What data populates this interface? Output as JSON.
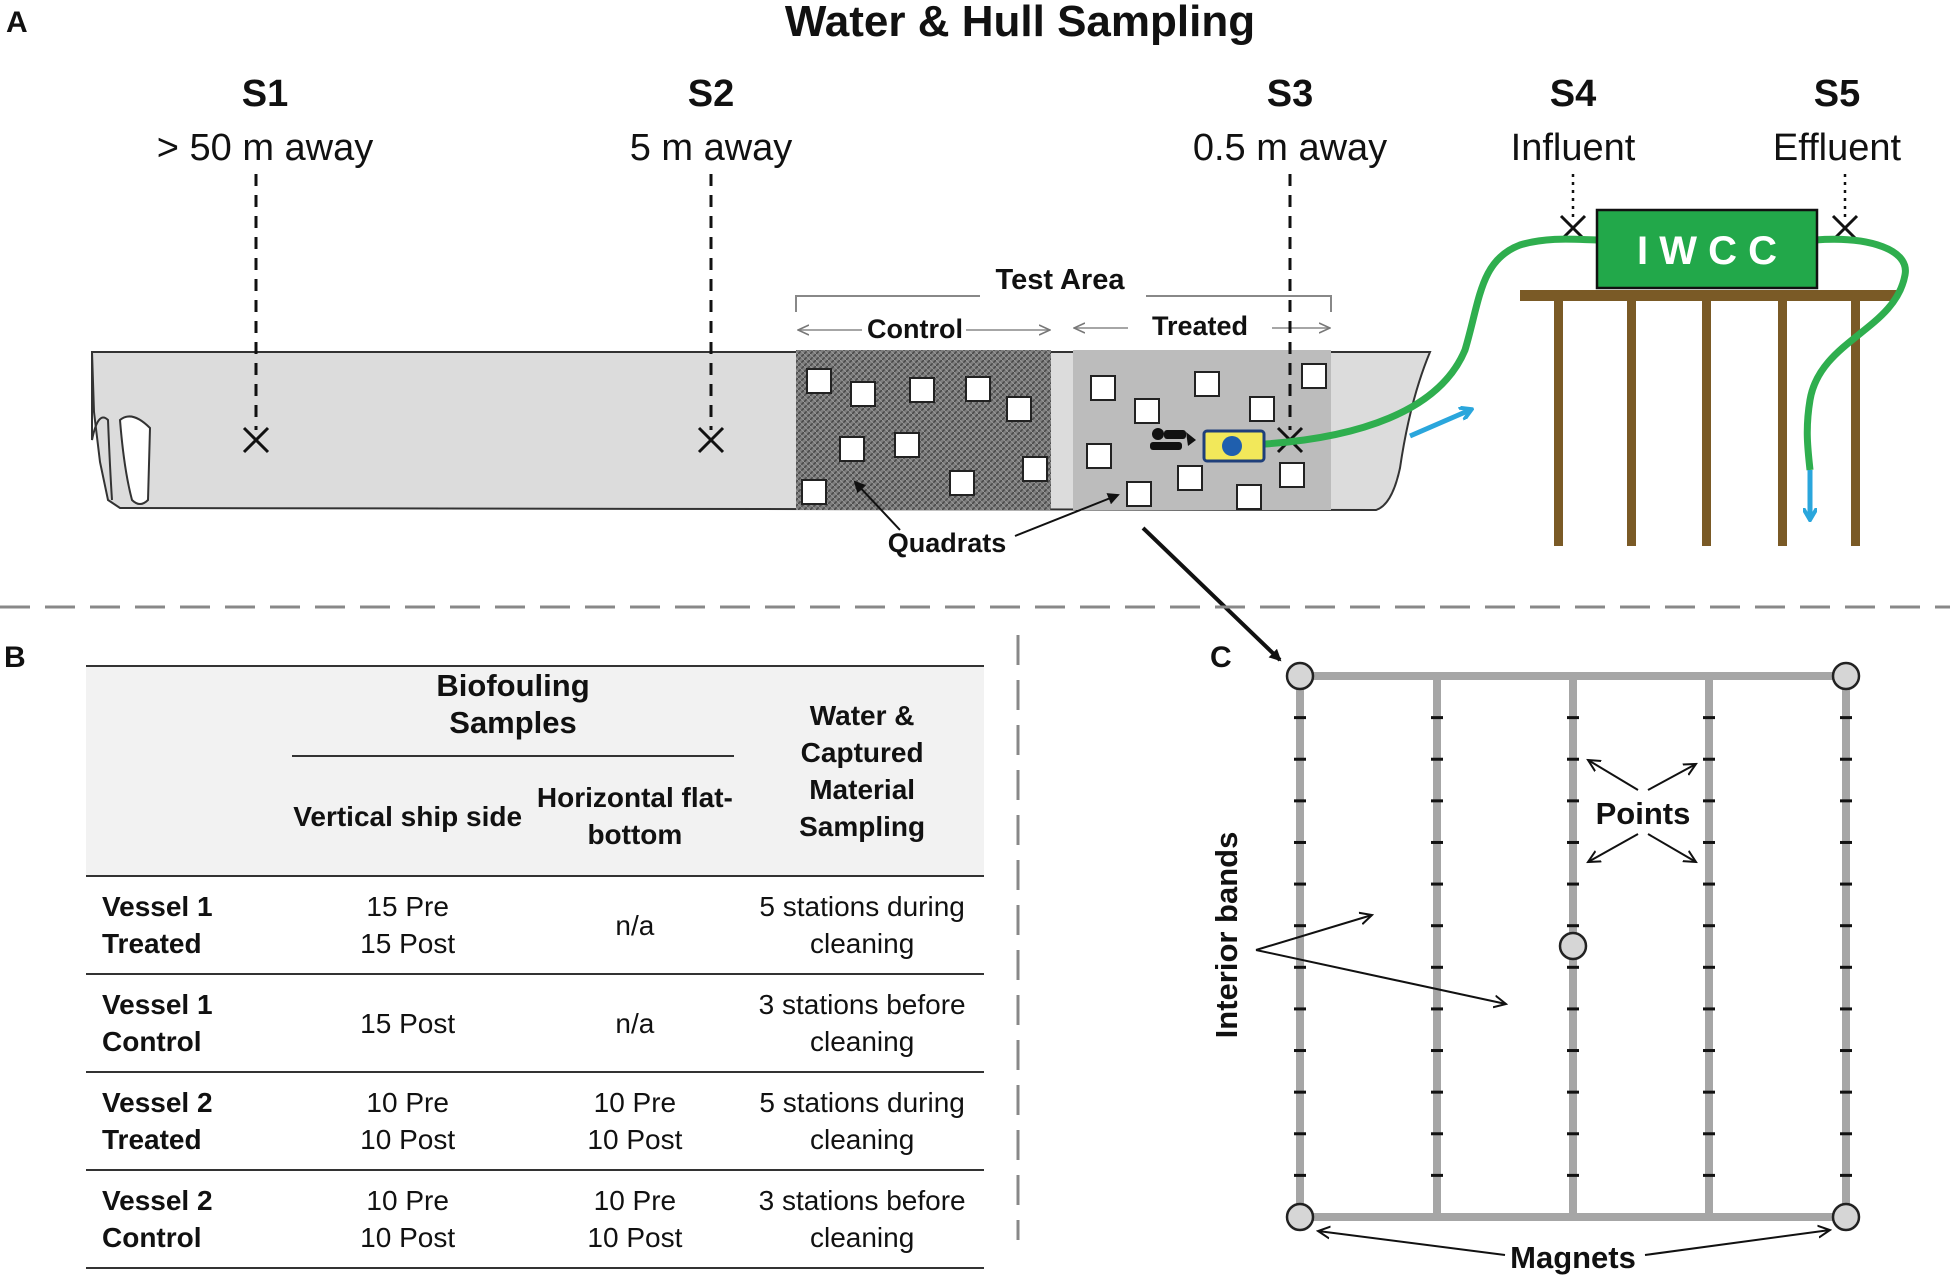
{
  "panel_a": {
    "letter": "A",
    "title": "Water & Hull Sampling",
    "stations": [
      {
        "id": "S1",
        "label": "> 50 m away"
      },
      {
        "id": "S2",
        "label": "5 m away"
      },
      {
        "id": "S3",
        "label": "0.5 m away"
      },
      {
        "id": "S4",
        "label": "Influent"
      },
      {
        "id": "S5",
        "label": "Effluent"
      }
    ],
    "test_area_label": "Test Area",
    "control_label": "Control",
    "treated_label": "Treated",
    "quadrats_label": "Quadrats",
    "iwcc_label": "I W C C"
  },
  "panel_b": {
    "letter": "B",
    "group_header": "Biofouling Samples",
    "col_vertical": "Vertical ship side",
    "col_horizontal": "Horizontal flat-bottom",
    "col_water": "Water & Captured Material Sampling",
    "rows": [
      {
        "label": "Vessel 1 Treated",
        "vertical": "15 Pre\n15 Post",
        "horizontal": "n/a",
        "water": "5 stations during cleaning"
      },
      {
        "label": "Vessel 1 Control",
        "vertical": "15 Post",
        "horizontal": "n/a",
        "water": "3 stations before cleaning"
      },
      {
        "label": "Vessel 2 Treated",
        "vertical": "10 Pre\n10 Post",
        "horizontal": "10 Pre\n10 Post",
        "water": "5 stations during cleaning"
      },
      {
        "label": "Vessel 2 Control",
        "vertical": "10 Pre\n10 Post",
        "horizontal": "10 Pre\n10 Post",
        "water": "3 stations before cleaning"
      }
    ]
  },
  "panel_c": {
    "letter": "C",
    "points_label": "Points",
    "interior_bands_label": "Interior bands",
    "magnets_label": "Magnets"
  },
  "colors": {
    "hull": "#dcdcdc",
    "control_area": "#6e6e6e",
    "treated_area": "#c4c4c4",
    "iwcc_fill": "#22a84a",
    "hose": "#2fae4e",
    "flow_arrow": "#2aa6dc",
    "dock": "#7a5a26",
    "diver_tool": "#f2e85a",
    "tool_dot": "#1f5fae",
    "grid_band": "#a6a6a6"
  }
}
